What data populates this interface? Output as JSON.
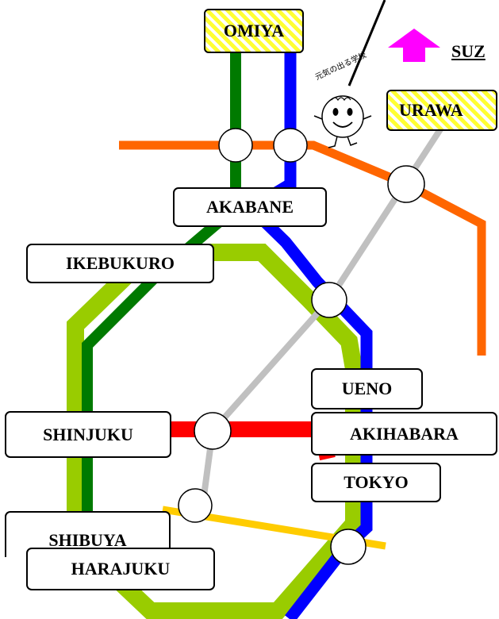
{
  "colors": {
    "keihin_tohoku_line": "#0000ff",
    "saikyo_line": "#007a00",
    "yamanote_line": "#99cc00",
    "musashino_line": "#ff6600",
    "chuo_line": "#ff0000",
    "shinkansen_line": "#c0c0c0",
    "sobu_line": "#ffcc00",
    "direction_arrow": "#ff00ff",
    "terminus_label": "#ffff33"
  },
  "stations": {
    "omiya": "OMIYA",
    "urawa": "URAWA",
    "akabane": "AKABANE",
    "ikebukuro": "IKEBUKURO",
    "ueno": "UENO",
    "shinjuku": "SHINJUKU",
    "akihabara": "AKIHABARA",
    "tokyo": "TOKYO",
    "shibuya": "SHIBUYA",
    "harajuku": "HARAJUKU"
  },
  "direction": {
    "label": "SUZ",
    "icon": "magenta-up-arrow-icon"
  },
  "mascot": {
    "caption": "元気の出る学校",
    "icon": "smiling-ball-mascot-icon"
  }
}
